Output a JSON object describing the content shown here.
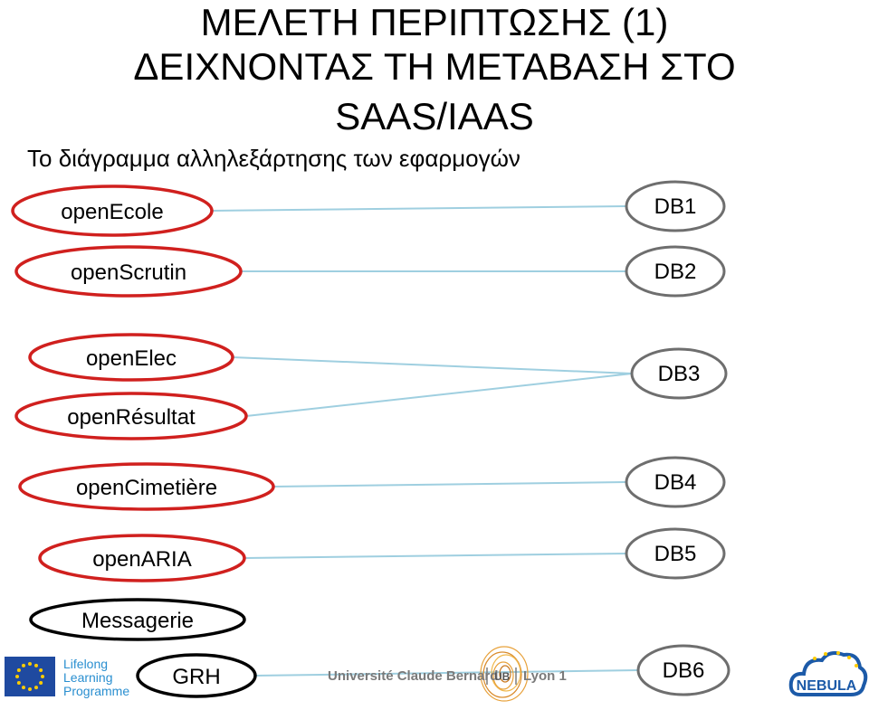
{
  "title": {
    "line1": "ΜΕΛΕΤΗ ΠΕΡΙΠΤΩΣΗΣ (1)",
    "line2": "ΔΕΙΧΝΟΝΤΑΣ ΤΗ ΜΕΤΑΒΑΣΗ ΣΤΟ",
    "line3": "SAAS/IAAS"
  },
  "subtitle": "Το διάγραμμα αλληλεξάρτησης των εφαρμογών",
  "applications": [
    {
      "label": "openEcole",
      "color": "#d0201e"
    },
    {
      "label": "openScrutin",
      "color": "#d0201e"
    },
    {
      "label": "openElec",
      "color": "#d0201e"
    },
    {
      "label": "openRésultat",
      "color": "#d0201e"
    },
    {
      "label": "openCimetière",
      "color": "#d0201e"
    },
    {
      "label": "openARIA",
      "color": "#d0201e"
    },
    {
      "label": "Messagerie",
      "color": "#000000"
    },
    {
      "label": "GRH",
      "color": "#000000"
    }
  ],
  "databases": [
    {
      "label": "DB1"
    },
    {
      "label": "DB2"
    },
    {
      "label": "DB3"
    },
    {
      "label": "DB4"
    },
    {
      "label": "DB5"
    },
    {
      "label": "DB6"
    }
  ],
  "links": [
    {
      "from": "openEcole",
      "to": "DB1"
    },
    {
      "from": "openScrutin",
      "to": "DB2"
    },
    {
      "from": "openElec",
      "to": "DB3"
    },
    {
      "from": "openRésultat",
      "to": "DB3"
    },
    {
      "from": "openCimetière",
      "to": "DB4"
    },
    {
      "from": "openARIA",
      "to": "DB5"
    },
    {
      "from": "GRH",
      "to": "DB6"
    }
  ],
  "colors": {
    "app_border": "#d0201e",
    "db_border": "#6e6e6e",
    "link": "#9fcfe0",
    "eu_blue": "#1f4aa0",
    "eu_star": "#ffcc00",
    "lifelong_text": "#2a8fd0",
    "nebula_blue": "#1c5aa8"
  },
  "logos": {
    "lifelong": [
      "Lifelong",
      "Learning",
      "Programme"
    ],
    "university": "Université Claude Bernard",
    "university_lyon": "Lyon 1",
    "university_mark": "UB",
    "nebula": "NEBULA"
  }
}
